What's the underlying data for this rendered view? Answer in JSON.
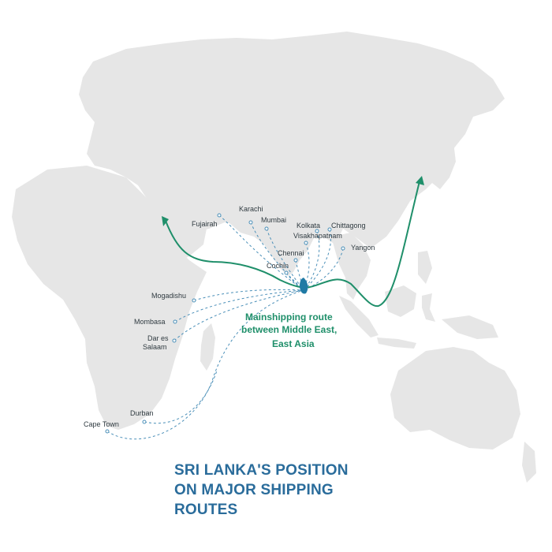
{
  "colors": {
    "land": "#e6e6e6",
    "main_route": "#1f8f6a",
    "dashed_route": "#4a8fb8",
    "sri_lanka": "#1f7aa5",
    "title": "#2a6c9b",
    "label": "#2f3a40"
  },
  "ports": [
    {
      "name": "Fujairah"
    },
    {
      "name": "Karachi"
    },
    {
      "name": "Mumbai"
    },
    {
      "name": "Kolkata"
    },
    {
      "name": "Chittagong"
    },
    {
      "name": "Visakhapatnam"
    },
    {
      "name": "Yangon"
    },
    {
      "name": "Chennai"
    },
    {
      "name": "Cochin"
    },
    {
      "name": "Mogadishu"
    },
    {
      "name": "Mombasa"
    },
    {
      "name": "Dar es Salaam",
      "lines": [
        "Dar es",
        "Salaam"
      ]
    },
    {
      "name": "Durban"
    },
    {
      "name": "Cape Town"
    }
  ],
  "main_route_label": [
    "Mainshipping route",
    "between Middle East,",
    "East Asia"
  ],
  "title": [
    "SRI LANKA'S POSITION",
    "ON MAJOR SHIPPING",
    "ROUTES"
  ]
}
